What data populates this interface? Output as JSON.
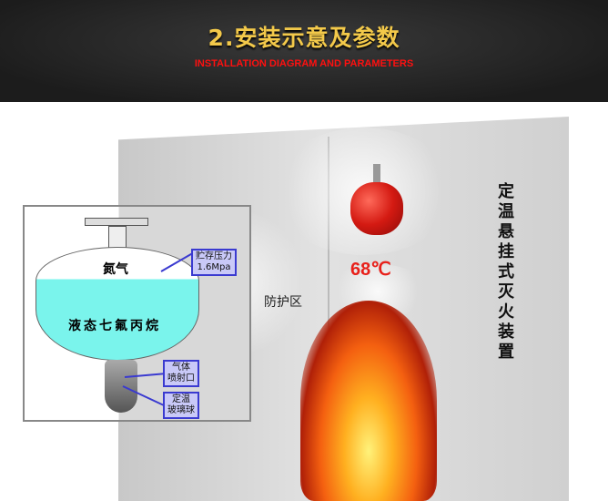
{
  "header": {
    "title": "2.安装示意及参数",
    "subtitle": "INSTALLATION DIAGRAM AND PARAMETERS"
  },
  "scene": {
    "temperature": "68℃",
    "zone_label": "防护区",
    "product_name": "定温悬挂式灭火装置"
  },
  "diagram": {
    "gas_label": "氮气",
    "liquid_label": "液态七氟丙烷",
    "callouts": [
      {
        "line1": "贮存压力",
        "line2": "1.6Mpa"
      },
      {
        "line1": "气体",
        "line2": "喷射口"
      },
      {
        "line1": "定温",
        "line2": "玻璃球"
      }
    ]
  }
}
